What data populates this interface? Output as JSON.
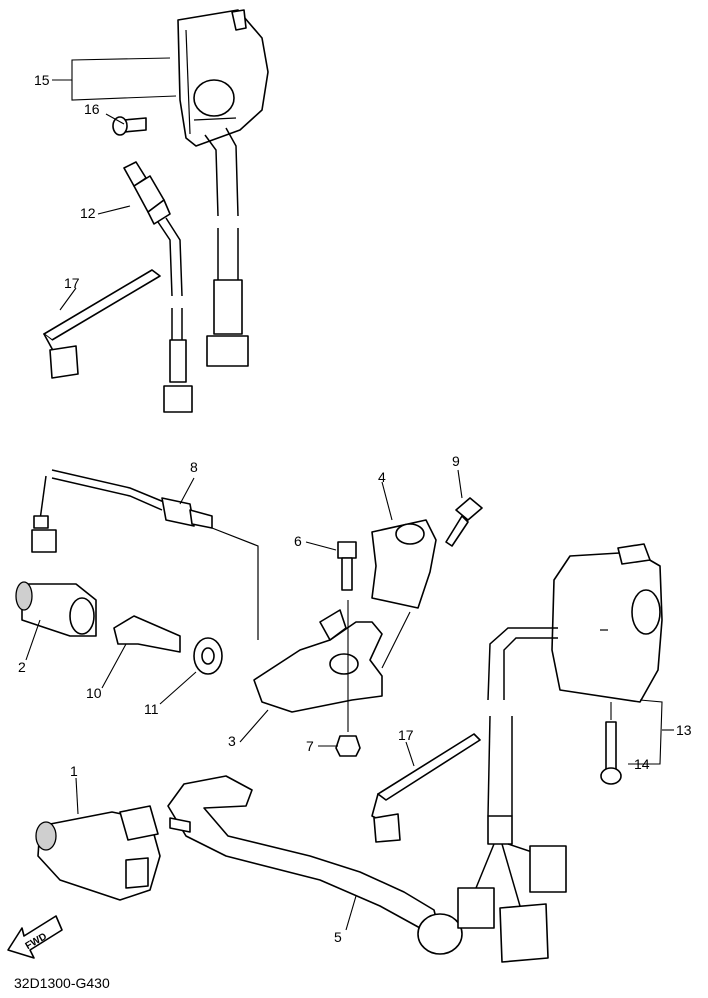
{
  "diagram_code": "32D1300-G430",
  "fwd_label": "FWD",
  "callouts": {
    "c1": "1",
    "c2": "2",
    "c3": "3",
    "c4": "4",
    "c5": "5",
    "c6": "6",
    "c7": "7",
    "c8": "8",
    "c9": "9",
    "c10": "10",
    "c11": "11",
    "c12": "12",
    "c13": "13",
    "c14": "14",
    "c15": "15",
    "c16": "16",
    "c17a": "17",
    "c17b": "17"
  }
}
